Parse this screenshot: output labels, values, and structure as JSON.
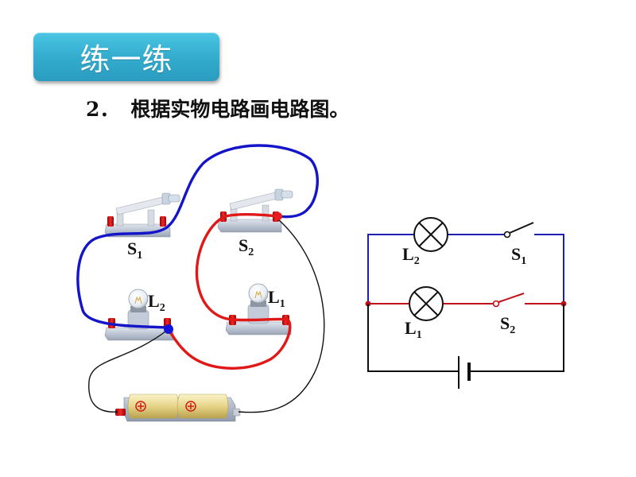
{
  "header": {
    "tab_label": "练一练",
    "question_number": "2．",
    "question_text": "根据实物电路画电路图。"
  },
  "physical_circuit": {
    "switch_1": {
      "label": "S",
      "subscript": "1"
    },
    "switch_2": {
      "label": "S",
      "subscript": "2"
    },
    "lamp_1": {
      "label": "L",
      "subscript": "1"
    },
    "lamp_2": {
      "label": "L",
      "subscript": "2"
    },
    "battery_cell_symbols": [
      "⊕",
      "⊕"
    ],
    "wire_colors": {
      "branch_l2_s1": "#1010cc",
      "branch_l1_s2": "#e01010",
      "main": "#111111"
    }
  },
  "schematic": {
    "lamp_2": {
      "label": "L",
      "subscript": "2"
    },
    "switch_1": {
      "label": "S",
      "subscript": "1"
    },
    "lamp_1": {
      "label": "L",
      "subscript": "1"
    },
    "switch_2": {
      "label": "S",
      "subscript": "2"
    },
    "colors": {
      "top_branch": "#2020b0",
      "middle_branch": "#c0101a",
      "main": "#111111"
    }
  },
  "colors": {
    "tab": "#35aed0"
  }
}
